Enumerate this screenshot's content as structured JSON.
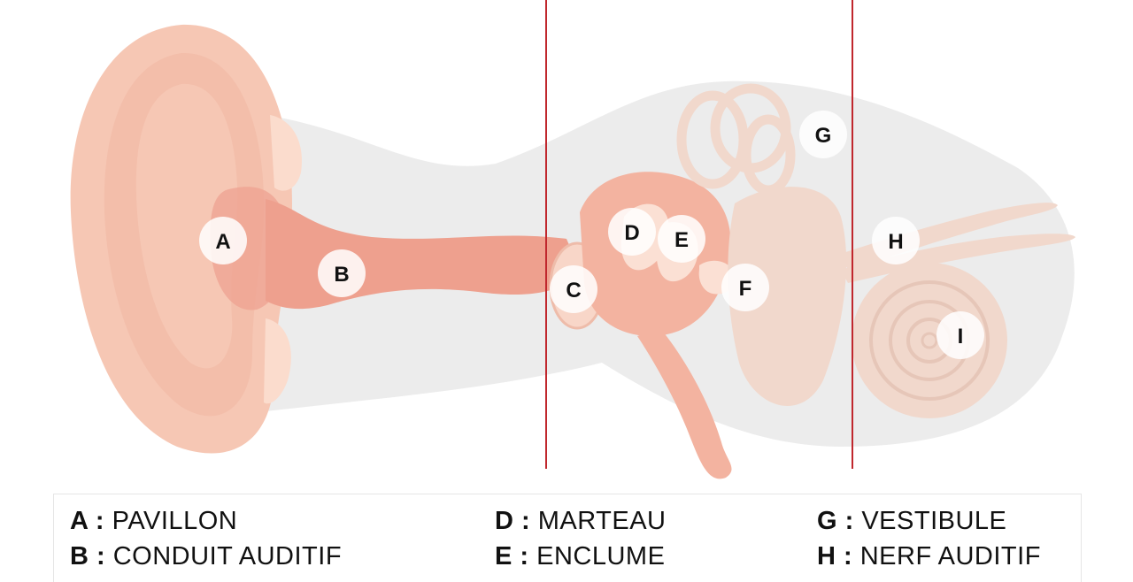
{
  "markers": {
    "a": "A",
    "b": "B",
    "c": "C",
    "d": "D",
    "e": "E",
    "f": "F",
    "g": "G",
    "h": "H",
    "i": "I"
  },
  "legend": {
    "separator": " : ",
    "items": [
      {
        "letter": "A",
        "name": "PAVILLON"
      },
      {
        "letter": "B",
        "name": "CONDUIT AUDITIF"
      },
      {
        "letter": "D",
        "name": "MARTEAU"
      },
      {
        "letter": "E",
        "name": "ENCLUME"
      },
      {
        "letter": "G",
        "name": "VESTIBULE"
      },
      {
        "letter": "H",
        "name": "NERF AUDITIF"
      }
    ]
  },
  "colors": {
    "skin": "#f6c7b4",
    "skin_light": "#fbdccd",
    "canal": "#eea08e",
    "inner_ear": "#f1d8cc",
    "background_shape": "#ececec",
    "divider": "#c0272d"
  }
}
